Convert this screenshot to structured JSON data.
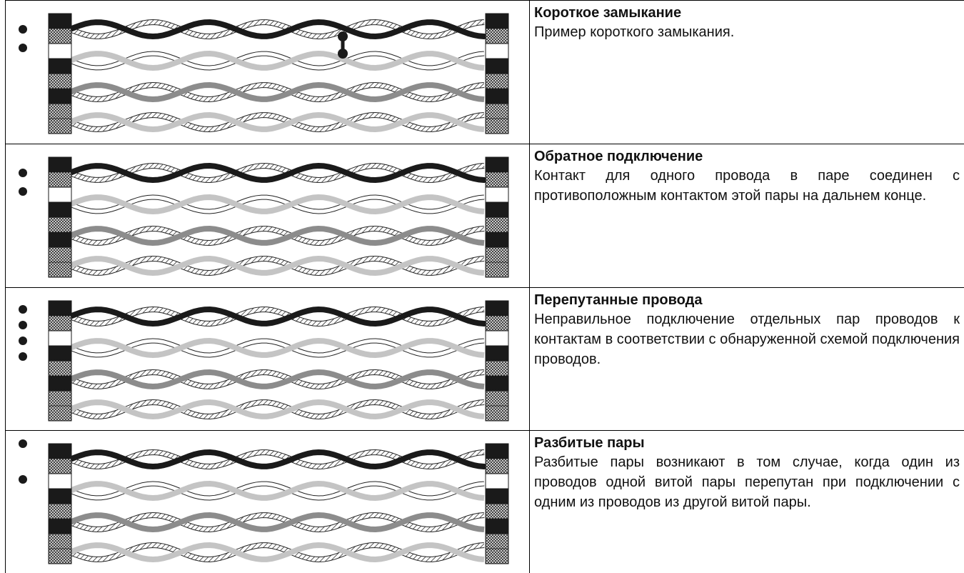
{
  "colors": {
    "black_wire": "#1a1a1a",
    "grey_wire": "#8c8c8c",
    "light_grey_wire": "#c4c4c4",
    "hatched_wire": "#ffffff",
    "connector_dark": "#1a1a1a"
  },
  "rows": [
    {
      "title": "Короткое замыкание",
      "description": "Пример короткого замыкания.",
      "fault": "short",
      "indicator_dots": 2
    },
    {
      "title": "Обратное подключение",
      "description": "Контакт для одного провода в паре соединен с противоположным контактом этой пары на дальнем конце.",
      "fault": "reversed",
      "indicator_dots": 2
    },
    {
      "title": "Перепутанные провода",
      "description": "Неправильное подключение отдельных пар проводов к контактам в соответствии с обнаруженной схемой подключения проводов.",
      "fault": "crossed",
      "indicator_dots": 4
    },
    {
      "title": "Разбитые пары",
      "description": "Разбитые пары возникают в том случае, когда один из проводов одной витой пары перепутан при подключении с одним из проводов из другой витой пары.",
      "fault": "split",
      "indicator_dots": 2
    }
  ]
}
